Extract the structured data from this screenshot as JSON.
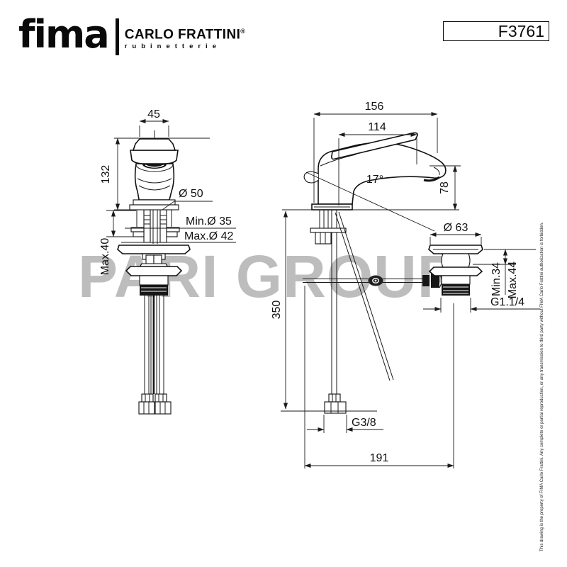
{
  "header": {
    "brand_wordmark": "fima",
    "brand_name": "CARLO FRATTINI",
    "brand_mark": "®",
    "brand_tagline": "rubinetterie",
    "model_code": "F3761"
  },
  "watermark": "PARI GROUP",
  "side_note": "This drawing is the property of FIMA Carlo Frattini. Any complete or partial reproduction, or any transmission to third party without FIMA Carlo Frattini authorization is forbidden.",
  "front_view": {
    "dim_handle_width": "45",
    "dim_body_height": "132",
    "dim_body_diameter": "Ø 50",
    "dim_hole_min": "Min.Ø 35",
    "dim_hole_max": "Max.Ø 42",
    "dim_deck_thickness_max": "Max.40"
  },
  "side_view": {
    "dim_total_depth": "156",
    "dim_spout_reach": "114",
    "dim_spout_angle": "17°",
    "dim_spout_height": "78",
    "dim_hose_length": "350",
    "dim_waste_flange_diameter": "Ø 63",
    "dim_waste_deck_min": "Min.34",
    "dim_waste_deck_max": "Max.44",
    "dim_waste_thread": "G1.1/4",
    "dim_supply_thread": "G3/8",
    "dim_waste_offset": "191"
  },
  "colors": {
    "line": "#111111",
    "watermark": "#bdbdbd",
    "background": "#ffffff"
  }
}
